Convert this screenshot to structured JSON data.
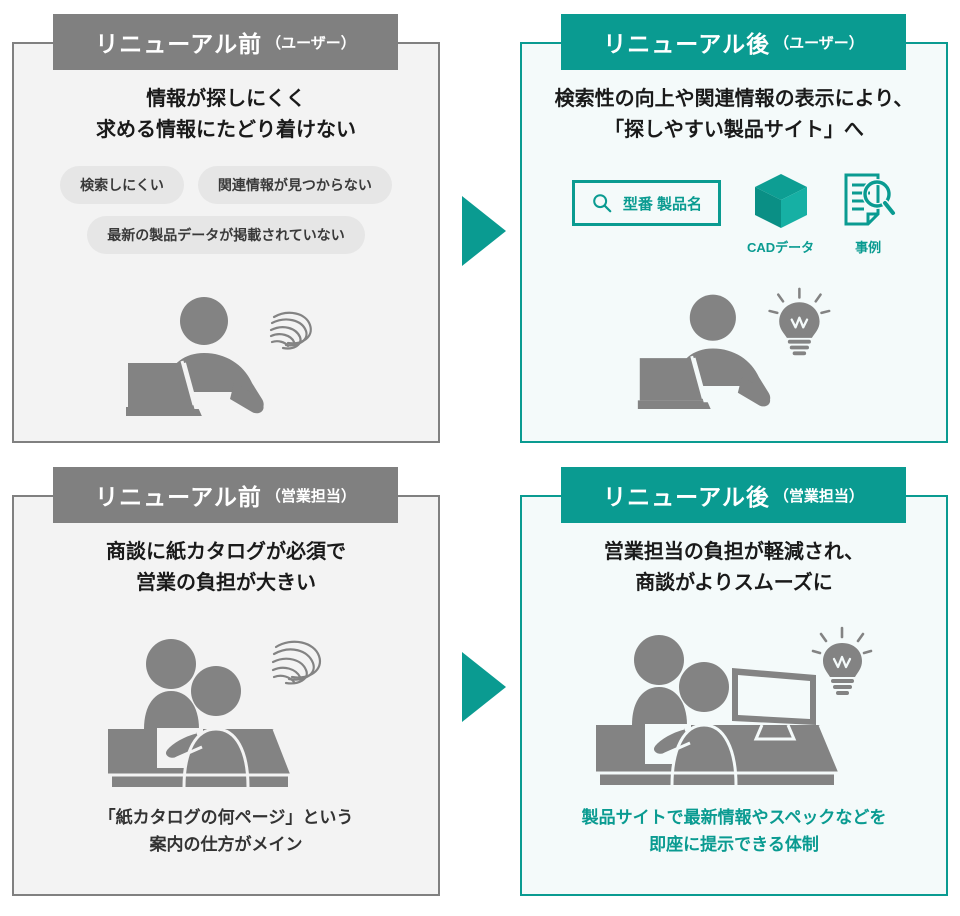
{
  "colors": {
    "teal": "#0a9b91",
    "gray": "#808080",
    "gray_panel_bg": "#f3f3f3",
    "teal_panel_bg": "#f4fafa",
    "chip_bg": "#e6e6e6",
    "text_dark": "#1a1a1a"
  },
  "panels": {
    "before_user": {
      "tab_main": "リニューアル前",
      "tab_sub": "（ユーザー）",
      "lead_line1": "情報が探しにくく",
      "lead_line2": "求める情報にたどり着けない",
      "chips": [
        "検索しにくい",
        "関連情報が見つからない",
        "最新の製品データが掲載されていない"
      ],
      "illustration": "person-at-laptop-confused"
    },
    "after_user": {
      "tab_main": "リニューアル後",
      "tab_sub": "（ユーザー）",
      "lead_line1": "検索性の向上や関連情報の表示により、",
      "lead_line2": "「探しやすい製品サイト」へ",
      "search_placeholder": "型番 製品名",
      "features": [
        {
          "icon": "cube-icon",
          "caption": "CADデータ"
        },
        {
          "icon": "document-search-icon",
          "caption": "事例"
        }
      ],
      "illustration": "person-at-laptop-idea"
    },
    "before_sales": {
      "tab_main": "リニューアル前",
      "tab_sub": "（営業担当）",
      "lead_line1": "商談に紙カタログが必須で",
      "lead_line2": "営業の負担が大きい",
      "note_line1": "「紙カタログの何ページ」という",
      "note_line2": "案内の仕方がメイン",
      "illustration": "two-people-meeting-confused"
    },
    "after_sales": {
      "tab_main": "リニューアル後",
      "tab_sub": "（営業担当）",
      "lead_line1": "営業担当の負担が軽減され、",
      "lead_line2": "商談がよりスムーズに",
      "note_line1": "製品サイトで最新情報やスペックなどを",
      "note_line2": "即座に提示できる体制",
      "illustration": "two-people-meeting-monitor-idea"
    }
  },
  "arrows": {
    "top_label": "right-triangle-arrow",
    "bottom_label": "right-triangle-arrow"
  }
}
